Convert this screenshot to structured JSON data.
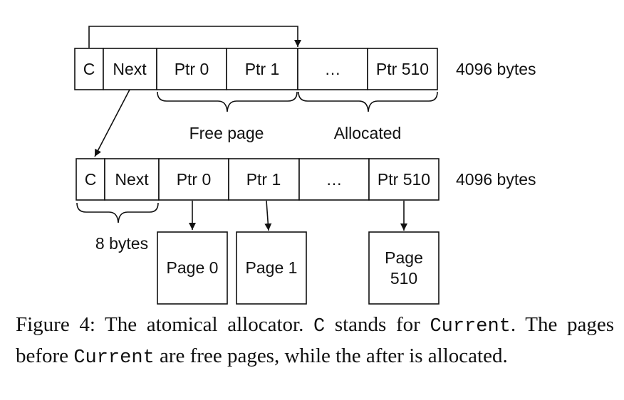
{
  "diagram": {
    "row1": {
      "cells": [
        "C",
        "Next",
        "Ptr 0",
        "Ptr 1",
        "…",
        "Ptr 510"
      ],
      "size_label": "4096 bytes"
    },
    "row2": {
      "cells": [
        "C",
        "Next",
        "Ptr 0",
        "Ptr 1",
        "…",
        "Ptr 510"
      ],
      "size_label": "4096 bytes"
    },
    "brace_labels": {
      "free": "Free page",
      "allocated": "Allocated",
      "bytes": "8 bytes"
    },
    "pages": {
      "page0": "Page 0",
      "page1": "Page 1",
      "page510_line1": "Page",
      "page510_line2": "510"
    }
  },
  "caption": {
    "prefix": "Figure 4: The atomical allocator. ",
    "code_c": "C",
    "mid1": " stands for ",
    "code_current1": "Current",
    "mid2": ". The pages before ",
    "code_current2": "Current",
    "suffix": " are free pages, while the after is allocated."
  }
}
